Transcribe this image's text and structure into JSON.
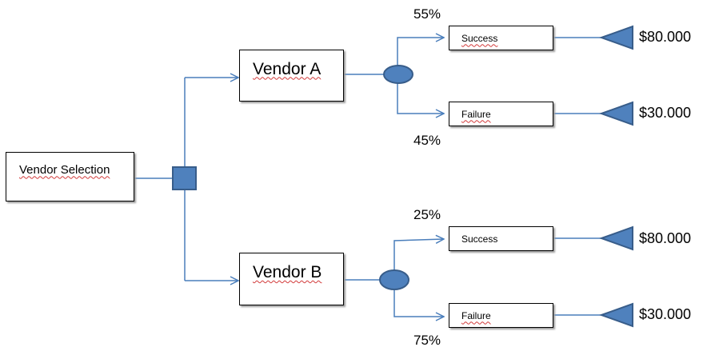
{
  "root": {
    "label": "Vendor Selection"
  },
  "decision_node": {
    "shape": "square",
    "color": "#4a7ebb"
  },
  "vendors": [
    {
      "label": "Vendor A",
      "outcomes": [
        {
          "probability": "55%",
          "label": "Success",
          "payoff": "$80.000"
        },
        {
          "probability": "45%",
          "label": "Failure",
          "payoff": "$30.000"
        }
      ]
    },
    {
      "label": "Vendor B",
      "outcomes": [
        {
          "probability": "25%",
          "label": "Success",
          "payoff": "$80.000"
        },
        {
          "probability": "75%",
          "label": "Failure",
          "payoff": "$30.000"
        }
      ]
    }
  ],
  "colors": {
    "line": "#4a7ebb",
    "node_fill": "#4f81bd",
    "node_stroke": "#385d8a",
    "box_border": "#000000"
  }
}
